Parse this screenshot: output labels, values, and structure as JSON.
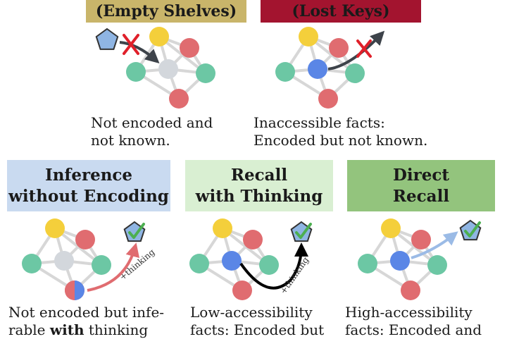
{
  "panels": {
    "empty_shelves": {
      "title": "(Empty Shelves)",
      "color": "#c9b56a",
      "caption": [
        "Not encoded and",
        "not known."
      ]
    },
    "lost_keys": {
      "title": "(Lost Keys)",
      "color": "#a3142f",
      "caption": [
        "Inaccessible facts:",
        "Encoded but not known."
      ]
    },
    "inference": {
      "title": [
        "Inference",
        "without Encoding"
      ],
      "color": "#c9daf0",
      "edge_label": "+thinking",
      "caption_line1": "Not encoded but infe-",
      "caption_line2_pre": "rable ",
      "caption_line2_bold": "with",
      "caption_line2_post": " thinking"
    },
    "recall_thinking": {
      "title": [
        "Recall",
        "with Thinking"
      ],
      "color": "#d9efd2",
      "edge_label": "+thinking",
      "caption": [
        "Low-accessibility",
        "facts: Encoded but"
      ]
    },
    "direct_recall": {
      "title": [
        "Direct",
        "Recall"
      ],
      "color": "#93c47d",
      "caption": [
        "High-accessibility",
        "facts: Encoded and"
      ]
    }
  },
  "colors": {
    "yellow": "#f4cf3b",
    "red": "#e06c70",
    "teal": "#6cc7a4",
    "gray": "#d3d7dc",
    "blue": "#5a86e6",
    "query": "#8fb5e3",
    "edge": "#d7d7d7",
    "check": "#4caf50",
    "cross": "#e0202a"
  }
}
